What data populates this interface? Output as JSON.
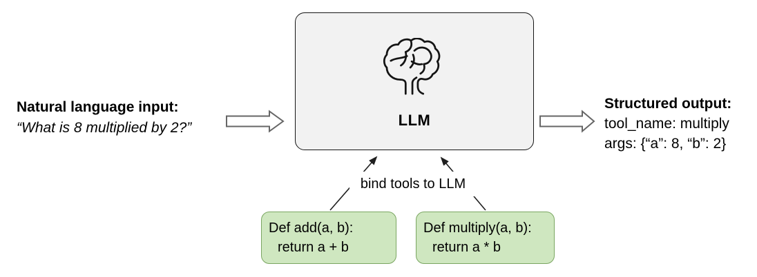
{
  "diagram": {
    "input": {
      "title": "Natural language input:",
      "query": "“What is 8 multiplied by 2?”"
    },
    "llm": {
      "label": "LLM",
      "icon": "brain-icon"
    },
    "output": {
      "title": "Structured output:",
      "tool_name_line": "tool_name: multiply",
      "args_line": "args: {“a”: 8, “b”: 2}"
    },
    "bind_label": "bind tools to LLM",
    "tools": [
      {
        "def_line": "Def add(a, b):",
        "return_line": "return a + b"
      },
      {
        "def_line": "Def multiply(a, b):",
        "return_line": "return a * b"
      }
    ],
    "colors": {
      "llm_box_fill": "#f2f2f2",
      "llm_box_border": "#141414",
      "tool_box_fill": "#cfe7c0",
      "tool_box_border": "#7aa661",
      "block_arrow_border": "#666666",
      "connector": "#1f1f1f",
      "text": "#000000",
      "bg": "#ffffff"
    }
  }
}
